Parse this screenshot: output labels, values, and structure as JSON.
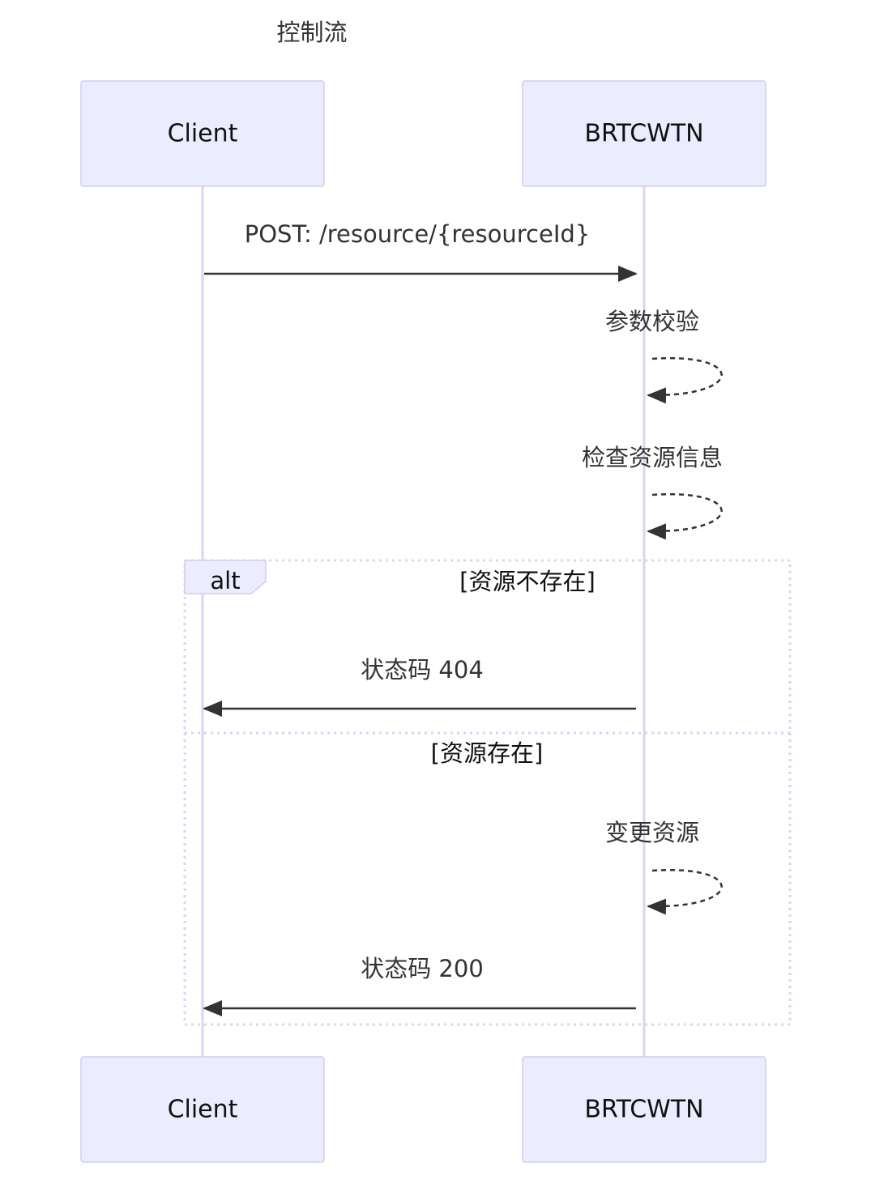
{
  "title": "控制流",
  "actors": {
    "client": "Client",
    "server": "BRTCWTN"
  },
  "messages": [
    {
      "from": "Client",
      "to": "BRTCWTN",
      "text": "POST:  /resource/{resourceId}",
      "style": "solid"
    },
    {
      "from": "BRTCWTN",
      "to": "BRTCWTN",
      "text": "参数校验",
      "style": "dotted"
    },
    {
      "from": "BRTCWTN",
      "to": "BRTCWTN",
      "text": "检查资源信息",
      "style": "dotted"
    },
    {
      "from": "BRTCWTN",
      "to": "Client",
      "text": "状态码 404",
      "style": "solid"
    },
    {
      "from": "BRTCWTN",
      "to": "BRTCWTN",
      "text": "变更资源",
      "style": "dotted"
    },
    {
      "from": "BRTCWTN",
      "to": "Client",
      "text": "状态码 200",
      "style": "solid"
    }
  ],
  "alt": {
    "label": "alt",
    "condition1": "[资源不存在]",
    "condition2": "[资源存在]"
  },
  "colors": {
    "actor_fill": "#ececff",
    "actor_border": "#d4ccf0",
    "line": "#333333",
    "lifeline": "#ddd3f2"
  }
}
